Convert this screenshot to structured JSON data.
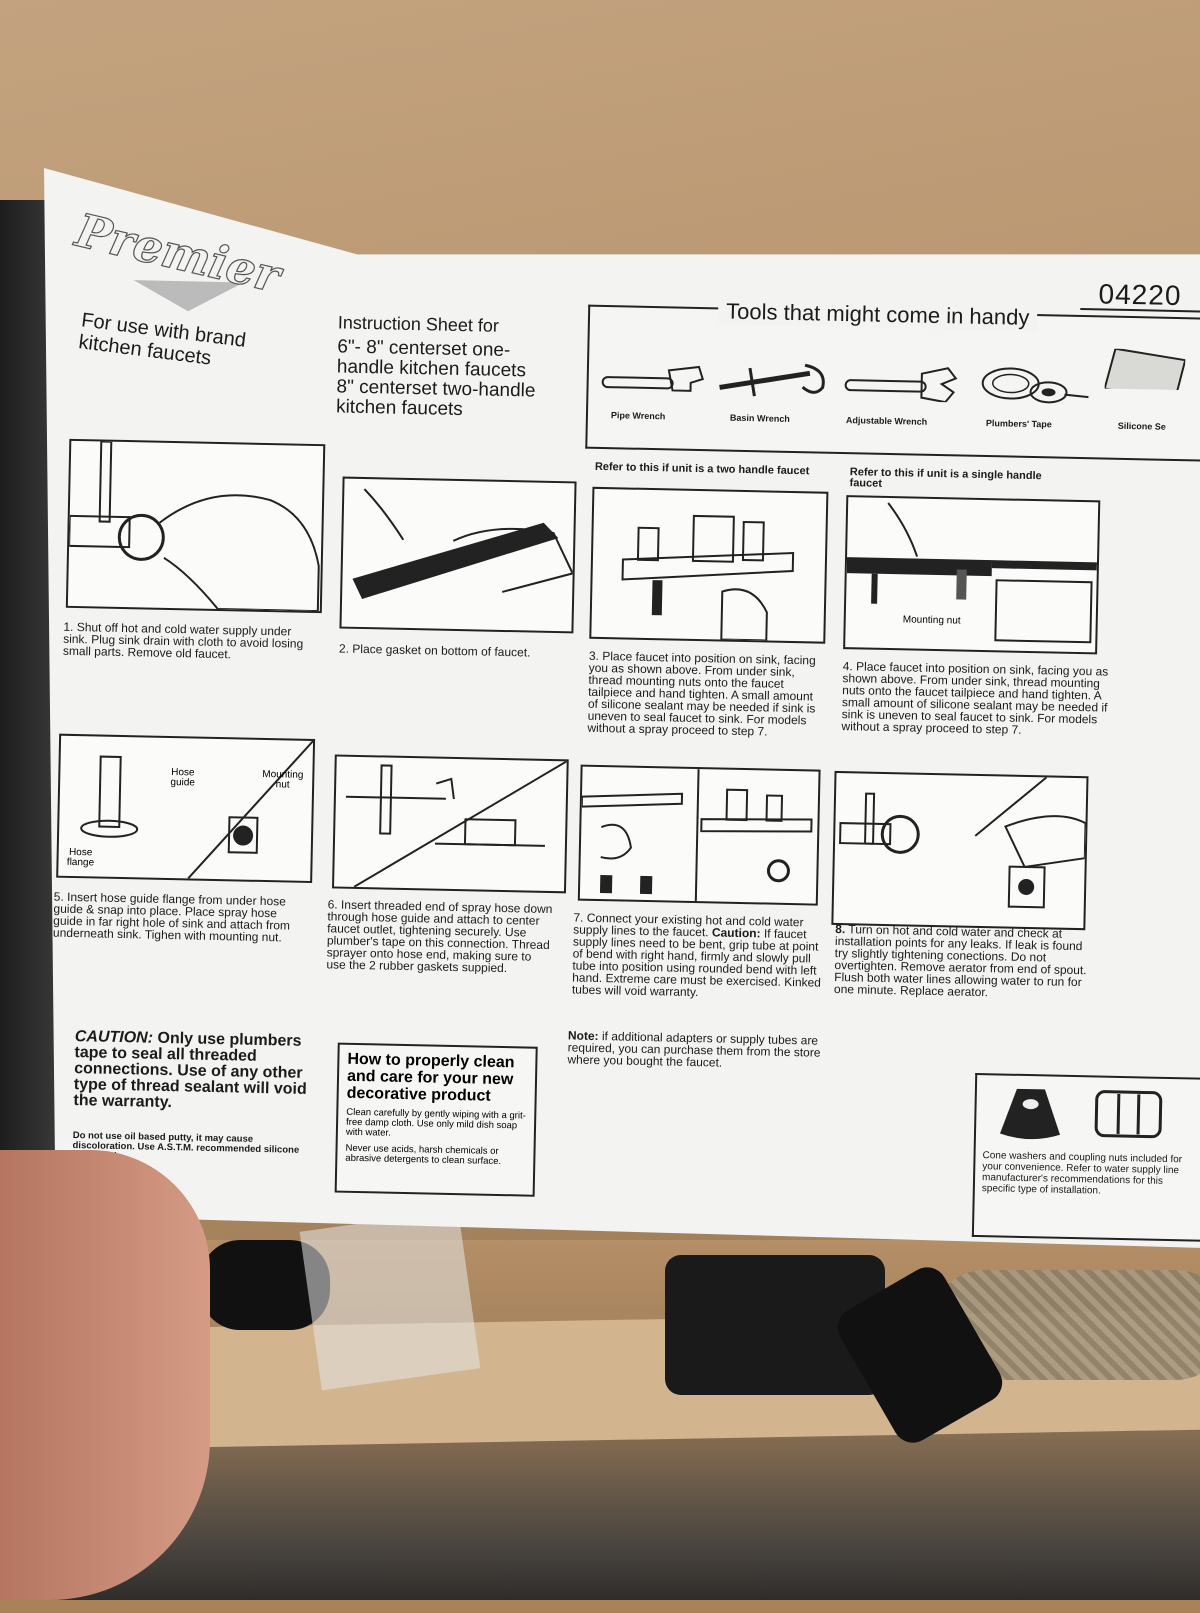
{
  "sheet": {
    "logo": "Premier",
    "brand_note": "For use with brand kitchen faucets",
    "model_number": "04220",
    "instruction_title": "Instruction Sheet for",
    "instruction_line1": "6\"- 8\" centerset one-handle kitchen faucets",
    "instruction_line2": "8\" centerset two-handle kitchen faucets"
  },
  "tools": {
    "title": "Tools that might come in handy",
    "items": [
      {
        "label": "Pipe Wrench",
        "icon": "pipe-wrench-icon"
      },
      {
        "label": "Basin Wrench",
        "icon": "basin-wrench-icon"
      },
      {
        "label": "Adjustable Wrench",
        "icon": "adjustable-wrench-icon"
      },
      {
        "label": "Plumbers' Tape",
        "icon": "plumbers-tape-icon"
      },
      {
        "label": "Silicone Se",
        "icon": "silicone-sealant-icon"
      }
    ]
  },
  "refer": {
    "two_handle": "Refer to this if unit is a two handle faucet",
    "single_handle": "Refer to this if unit is a single handle faucet"
  },
  "steps": [
    {
      "num": "1.",
      "text": "Shut off hot and cold water supply under sink. Plug sink drain with cloth to avoid losing small parts. Remove old faucet."
    },
    {
      "num": "2.",
      "text": "Place gasket on bottom of faucet."
    },
    {
      "num": "3.",
      "text": "Place faucet into position on sink, facing you as shown above. From under sink, thread mounting nuts onto the faucet tailpiece and hand tighten. A small amount of silicone sealant may be needed if sink is uneven to seal faucet to sink. For models without a spray proceed to step 7."
    },
    {
      "num": "4.",
      "text": "Place faucet into position on sink, facing you as shown above. From under sink, thread mounting nuts onto the faucet tailpiece and hand tighten. A small amount of silicone sealant may be needed if sink is uneven to seal faucet to sink. For models without a spray proceed to step 7."
    },
    {
      "num": "5.",
      "text": "Insert hose guide flange from under hose guide & snap into place. Place spray hose guide in far right hole of sink and attach from underneath sink. Tighen with mounting nut."
    },
    {
      "num": "6.",
      "text": "Insert threaded end of spray hose down through hose guide and attach to center faucet outlet, tightening securely. Use plumber's tape on this connection. Thread sprayer onto hose end, making sure to use the 2 rubber gaskets suppied."
    },
    {
      "num": "7.",
      "text": "Connect your existing hot and cold water supply lines to the faucet.",
      "caution_label": "Caution:",
      "caution_text": "If faucet supply lines need to be bent, grip tube at point of bend with right hand, firmly and slowly pull tube into position using rounded bend with left hand. Extreme care must be exercised. Kinked tubes will void warranty."
    },
    {
      "num": "8.",
      "text": "Turn on hot and cold water and check at installation points for any leaks. If leak is found try slightly tightening conections. Do not overtighten. Remove aerator from end of spout. Flush both water lines allowing water to run for one minute. Replace aerator."
    }
  ],
  "labels": {
    "mounting_nut": "Mounting nut",
    "hose_guide": "Hose guide",
    "hose_flange": "Hose flange",
    "mounting_nut_5": "Mounting nut"
  },
  "caution": {
    "label": "CAUTION:",
    "text": "Only use plumbers tape to seal all threaded connections. Use of any other type of thread sealant will void the warranty.",
    "small": "Do not use oil based putty, it may cause discoloration. Use A.S.T.M. recommended silicone sealer only."
  },
  "care": {
    "title": "How to properly clean and care for your new decorative product",
    "p1": "Clean carefully by gently wiping with a grit-free damp cloth. Use only mild dish soap with water.",
    "p2": "Never use acids, harsh chemicals or abrasive detergents to clean surface."
  },
  "note": {
    "label": "Note:",
    "text": "if additional adapters or supply tubes are required, you can purchase them from the store where you bought the faucet."
  },
  "cone": {
    "text": "Cone washers and coupling nuts included for your convenience. Refer to water supply line manufacturer's recommendations for this specific type of installation.",
    "icon": "cone-washer-icon"
  }
}
